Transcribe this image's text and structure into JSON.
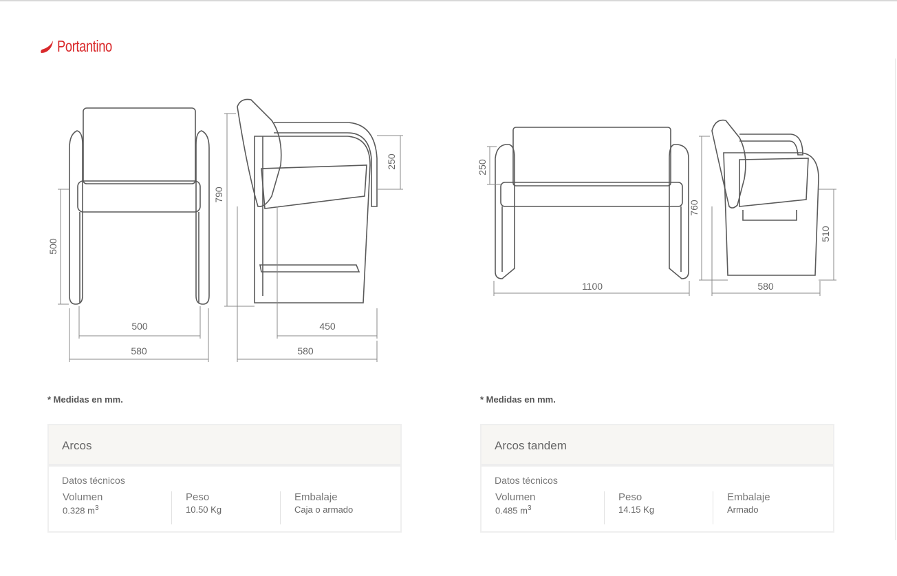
{
  "brand": {
    "name": "Portantino",
    "color": "#d9292b"
  },
  "drawings": {
    "arcos_front": {
      "seat_height": "500",
      "seat_width": "500",
      "total_width": "580"
    },
    "arcos_side": {
      "total_height": "790",
      "arm_height": "250",
      "seat_depth": "450",
      "total_depth": "580"
    },
    "tandem_front": {
      "arm_height": "250",
      "total_width": "1100"
    },
    "tandem_side": {
      "total_height": "760",
      "seat_height": "510",
      "total_depth": "580"
    }
  },
  "products": [
    {
      "note": "* Medidas en mm.",
      "name": "Arcos",
      "section": "Datos técnicos",
      "specs": [
        {
          "label": "Volumen",
          "value": "0.328 m",
          "sup": "3"
        },
        {
          "label": "Peso",
          "value": "10.50 Kg"
        },
        {
          "label": "Embalaje",
          "value": "Caja o armado"
        }
      ]
    },
    {
      "note": "* Medidas en mm.",
      "name": "Arcos tandem",
      "section": "Datos técnicos",
      "specs": [
        {
          "label": "Volumen",
          "value": "0.485 m",
          "sup": "3"
        },
        {
          "label": "Peso",
          "value": "14.15 Kg"
        },
        {
          "label": "Embalaje",
          "value": "Armado"
        }
      ]
    }
  ]
}
